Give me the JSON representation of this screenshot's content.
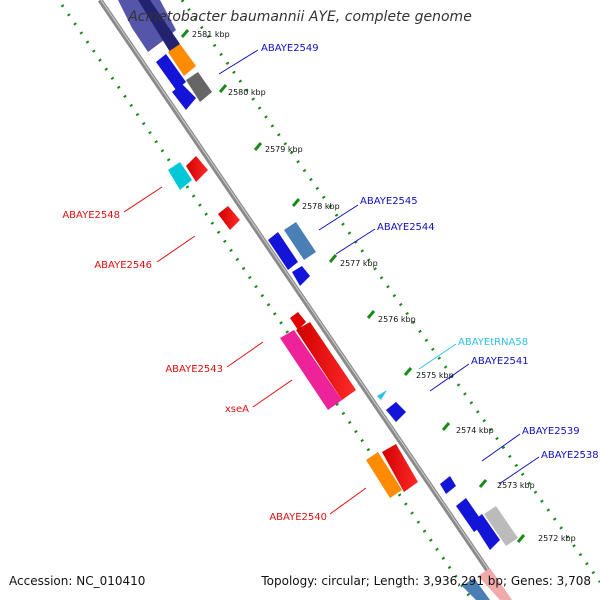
{
  "title": "Acinetobacter baumannii AYE, complete genome",
  "footer": {
    "accession": "Accession: NC_010410",
    "summary": "Topology: circular; Length: 3,936,291 bp; Genes: 3,708"
  },
  "colors": {
    "backbone": "#7a7a7a",
    "dots": "#1a8a1a",
    "forward_label": "#1010c0",
    "reverse_label": "#e01010",
    "trna_label": "#30c0e8"
  },
  "ticks": [
    "2581 kbp",
    "2580 kbp",
    "2579 kbp",
    "2578 kbp",
    "2577 kbp",
    "2576 kbp",
    "2575 kbp",
    "2574 kbp",
    "2573 kbp",
    "2572 kbp"
  ],
  "gene_labels": [
    {
      "text": "ABAYE2549",
      "strand": "forward"
    },
    {
      "text": "ABAYE2545",
      "strand": "forward"
    },
    {
      "text": "ABAYE2544",
      "strand": "forward"
    },
    {
      "text": "ABAYEtRNA58",
      "strand": "trna"
    },
    {
      "text": "ABAYE2541",
      "strand": "forward"
    },
    {
      "text": "ABAYE2539",
      "strand": "forward"
    },
    {
      "text": "ABAYE2538",
      "strand": "forward"
    },
    {
      "text": "ABAYE2548",
      "strand": "reverse"
    },
    {
      "text": "ABAYE2546",
      "strand": "reverse"
    },
    {
      "text": "ABAYE2543",
      "strand": "reverse"
    },
    {
      "text": "xseA",
      "strand": "reverse"
    },
    {
      "text": "ABAYE2540",
      "strand": "reverse"
    }
  ]
}
